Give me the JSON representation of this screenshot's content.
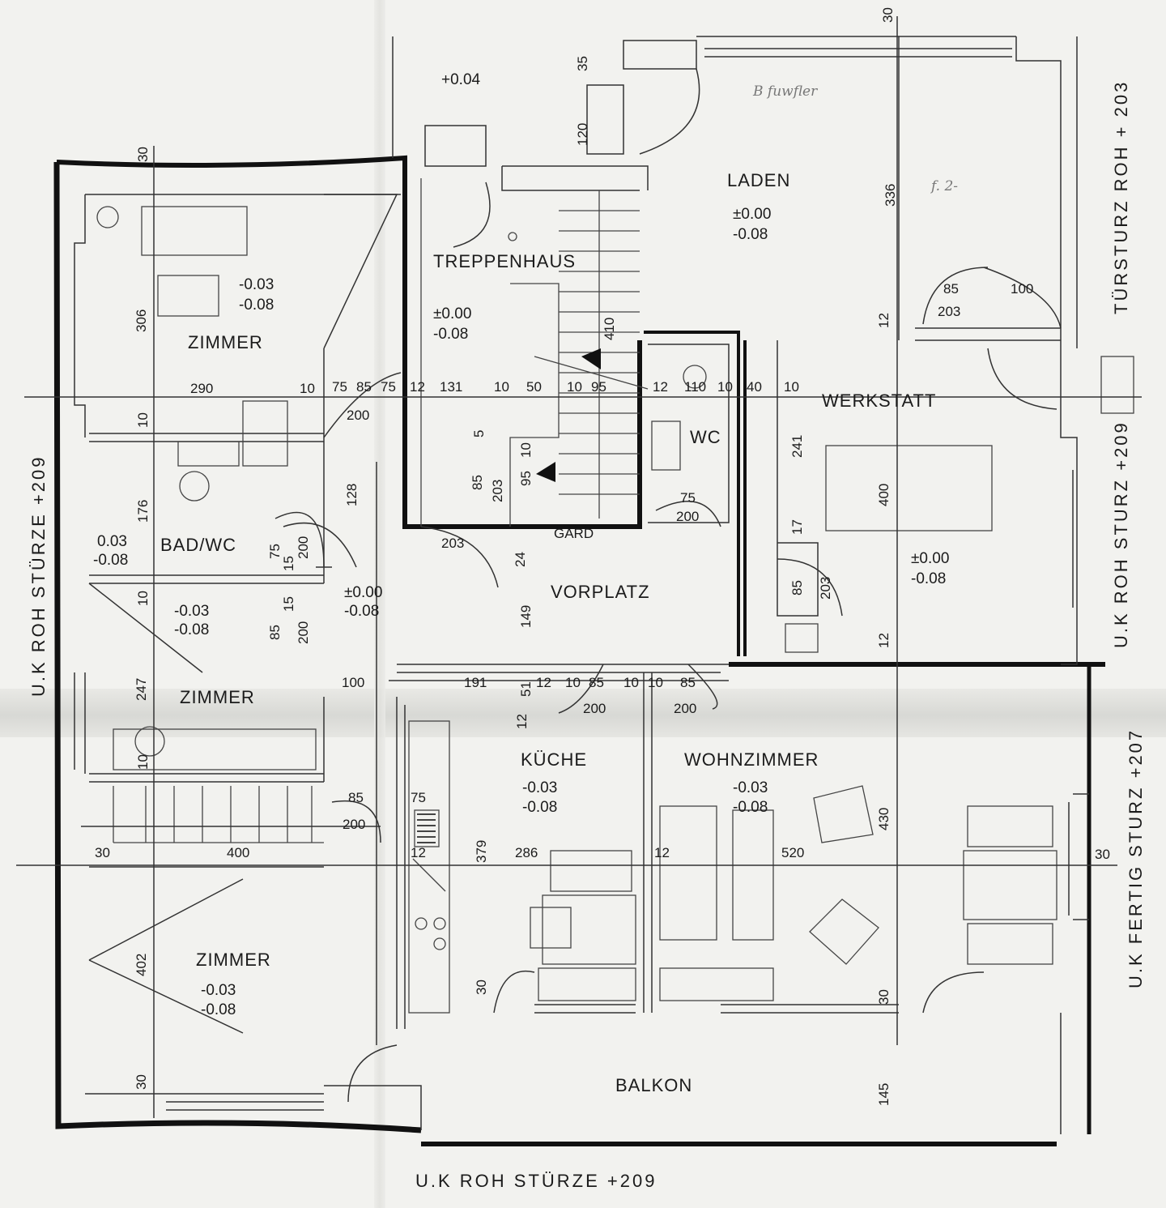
{
  "rooms": {
    "zimmer_top": {
      "name": "ZIMMER",
      "lvl1": "-0.03",
      "lvl2": "-0.08"
    },
    "treppenhaus": {
      "name": "TREPPENHAUS",
      "lvl1": "±0.00",
      "lvl2": "-0.08"
    },
    "laden": {
      "name": "LADEN",
      "lvl1": "±0.00",
      "lvl2": "-0.08"
    },
    "bad": {
      "name": "BAD/WC",
      "lvl1": "0.03",
      "lvl2": "-0.08"
    },
    "wc": {
      "name": "WC"
    },
    "werkstatt": {
      "name": "WERKSTATT",
      "lvl1": "±0.00",
      "lvl2": "-0.08"
    },
    "vorplatz": {
      "name": "VORPLATZ",
      "lvl1": "±0.00",
      "lvl2": "-0.08"
    },
    "zimmer_mid": {
      "name": "ZIMMER",
      "lvl1": "-0.03",
      "lvl2": "-0.08"
    },
    "kuche": {
      "name": "KÜCHE",
      "lvl1": "-0.03",
      "lvl2": "-0.08"
    },
    "wohnzimmer": {
      "name": "WOHNZIMMER",
      "lvl1": "-0.03",
      "lvl2": "-0.08"
    },
    "zimmer_bottom": {
      "name": "ZIMMER",
      "lvl1": "-0.03",
      "lvl2": "-0.08"
    },
    "balkon": {
      "name": "BALKON"
    }
  },
  "level_top": "+0.04",
  "gard": "GARD",
  "notes": {
    "bottom": "U.K ROH STÜRZE +209",
    "left": "U.K ROH STÜRZE +209",
    "right_top": "TÜRSTURZ ROH + 203",
    "right_mid": "U.K ROH STURZ +209",
    "right_bottom": "U.K FERTIG STURZ +207",
    "hand_top": "B fuwfler",
    "hand_small": "f. 2-"
  },
  "dims": {
    "d30a": "30",
    "d35": "35",
    "d120": "120",
    "d30b": "30",
    "d336": "336",
    "d85a": "85",
    "d203a": "203",
    "d100a": "100",
    "d12a": "12",
    "d306": "306",
    "d410": "410",
    "d290": "290",
    "d10a": "10",
    "d75a": "75",
    "d85b": "85",
    "d75b": "75",
    "d12b": "12",
    "d131": "131",
    "d10b": "10",
    "d50": "50",
    "d10c": "10",
    "d95": "95",
    "d12c": "12",
    "d110": "110",
    "d10d": "10",
    "d40": "40",
    "d10e": "10",
    "d200a": "200",
    "d10f": "10",
    "d241": "241",
    "d5": "5",
    "d176": "176",
    "d128": "128",
    "d85c": "85",
    "d203b": "203",
    "d95b": "95",
    "d10g": "10",
    "d400a": "400",
    "d75c": "75",
    "d200b": "200",
    "d75d": "75",
    "d200c": "200",
    "d85d": "85",
    "d203c": "203",
    "d17": "17",
    "d203d": "203",
    "d24": "24",
    "d149": "149",
    "d85e": "85",
    "d15a": "15",
    "d15b": "15",
    "d200d": "200",
    "d10h": "10",
    "d247": "247",
    "d100b": "100",
    "d191": "191",
    "d51": "51",
    "d12d": "12",
    "d10i": "10",
    "d85f": "85",
    "d10j": "10",
    "d10k": "10",
    "d85g": "85",
    "d200e": "200",
    "d200f": "200",
    "d12e": "12",
    "d12f": "12",
    "d10l": "10",
    "d85h": "85",
    "d75e": "75",
    "d200g": "200",
    "d379": "379",
    "d30c": "30",
    "d400b": "400",
    "d12g": "12",
    "d286": "286",
    "d12h": "12",
    "d520": "520",
    "d430": "430",
    "d30d": "30",
    "d402": "402",
    "d30e": "30",
    "d30f": "30",
    "d30g": "30",
    "d145": "145"
  }
}
